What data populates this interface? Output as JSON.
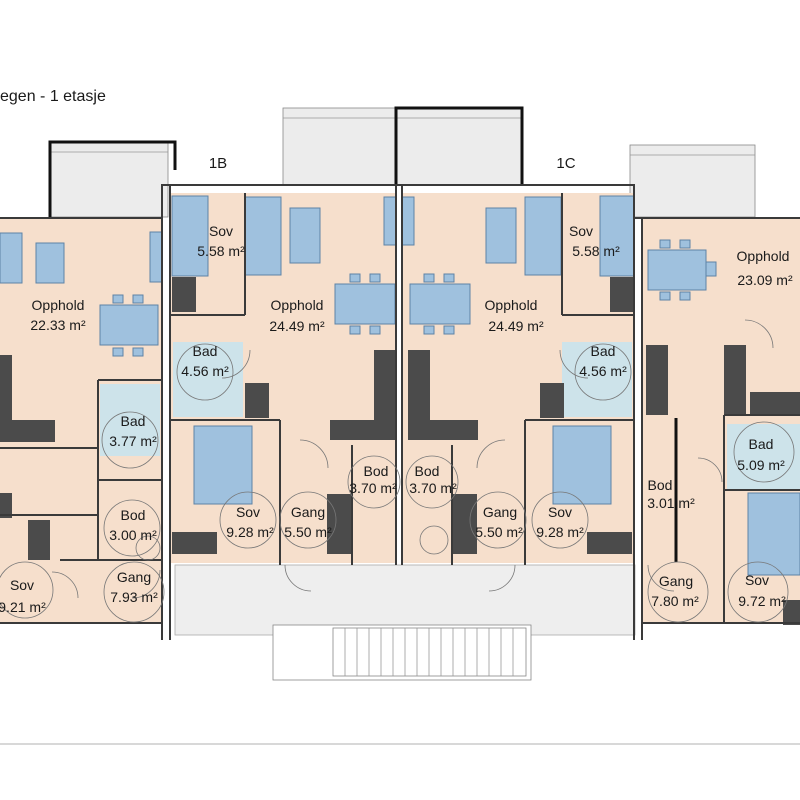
{
  "title": "egen - 1 etasje",
  "units": [
    {
      "id": "1B",
      "label": "1B"
    },
    {
      "id": "1C",
      "label": "1C"
    }
  ],
  "rooms": [
    {
      "key": "a-opphold",
      "name": "Opphold",
      "area": "22.33 m²"
    },
    {
      "key": "a-bad",
      "name": "Bad",
      "area": "3.77 m²"
    },
    {
      "key": "a-bod",
      "name": "Bod",
      "area": "3.00 m²"
    },
    {
      "key": "a-gang",
      "name": "Gang",
      "area": "7.93 m²"
    },
    {
      "key": "a-sov",
      "name": "Sov",
      "area": "9.21 m²"
    },
    {
      "key": "b-sov1",
      "name": "Sov",
      "area": "5.58 m²"
    },
    {
      "key": "b-opphold",
      "name": "Opphold",
      "area": "24.49 m²"
    },
    {
      "key": "b-bad",
      "name": "Bad",
      "area": "4.56 m²"
    },
    {
      "key": "b-sov2",
      "name": "Sov",
      "area": "9.28 m²"
    },
    {
      "key": "b-gang",
      "name": "Gang",
      "area": "5.50 m²"
    },
    {
      "key": "b-bod",
      "name": "Bod",
      "area": "3.70 m²"
    },
    {
      "key": "c-bod",
      "name": "Bod",
      "area": "3.70 m²"
    },
    {
      "key": "c-opphold",
      "name": "Opphold",
      "area": "24.49 m²"
    },
    {
      "key": "c-sov1",
      "name": "Sov",
      "area": "5.58 m²"
    },
    {
      "key": "c-bad",
      "name": "Bad",
      "area": "4.56 m²"
    },
    {
      "key": "c-gang",
      "name": "Gang",
      "area": "5.50 m²"
    },
    {
      "key": "c-sov2",
      "name": "Sov",
      "area": "9.28 m²"
    },
    {
      "key": "d-opphold",
      "name": "Opphold",
      "area": "23.09 m²"
    },
    {
      "key": "d-bad",
      "name": "Bad",
      "area": "5.09 m²"
    },
    {
      "key": "d-bod",
      "name": "Bod",
      "area": "3.01 m²"
    },
    {
      "key": "d-gang",
      "name": "Gang",
      "area": "7.80 m²"
    },
    {
      "key": "d-sov",
      "name": "Sov",
      "area": "9.72 m²"
    }
  ],
  "colors": {
    "floor": "#f6dfcc",
    "furniture": "#9fc1de",
    "bathroom": "#cde3ea",
    "walls": "#3a3a3a"
  }
}
